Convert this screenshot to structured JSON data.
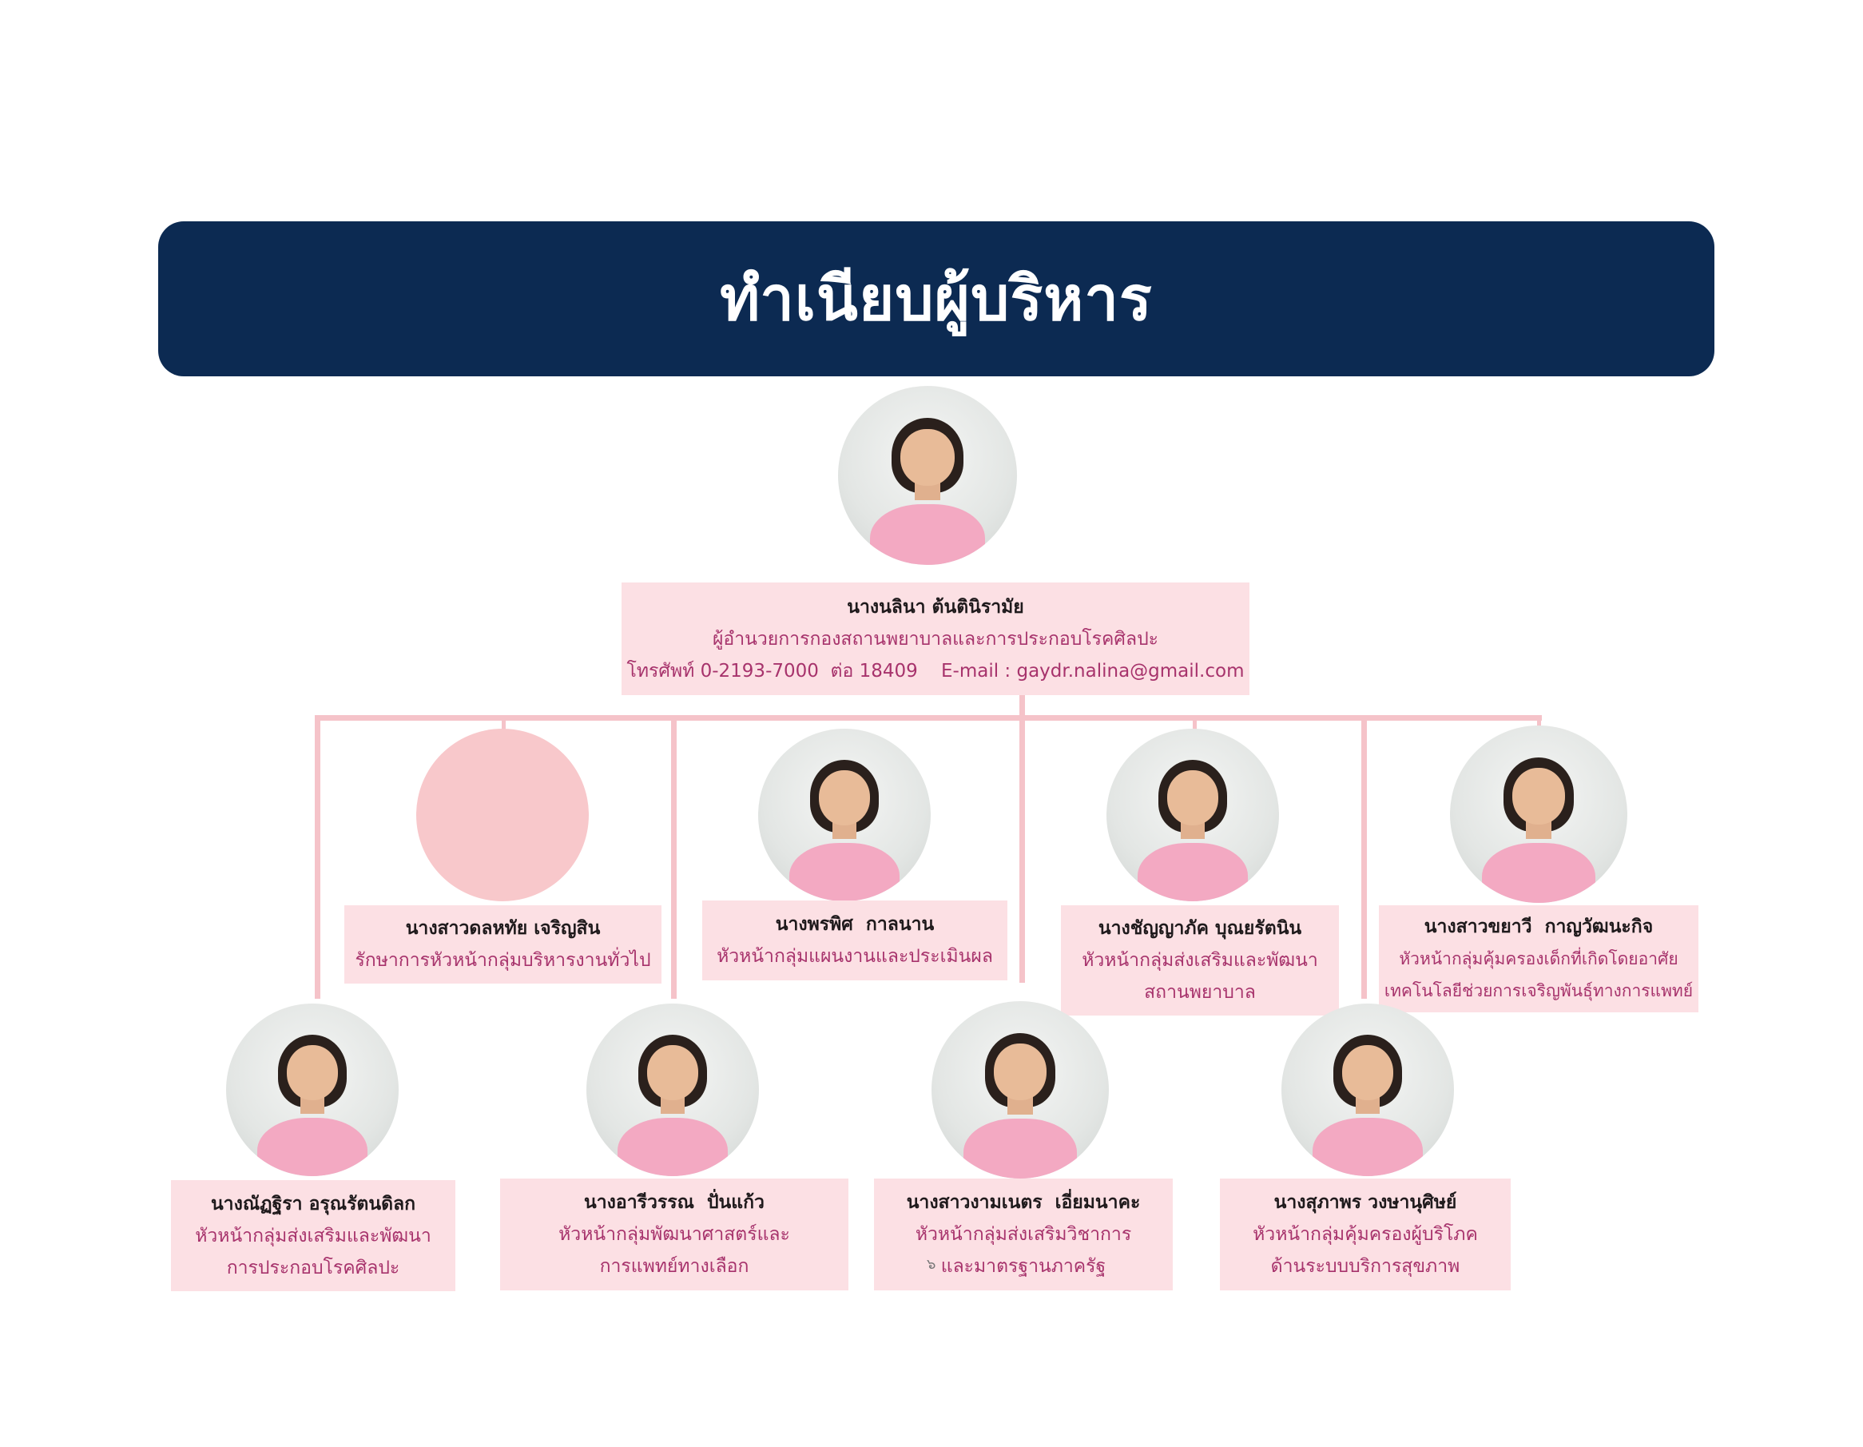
{
  "title": "ทำเนียบผู้บริหาร",
  "director": {
    "name": "นางนลินา ต้นตินิรามัย",
    "role": "ผู้อำนวยการกองสถานพยาบาลและการประกอบโรคศิลปะ",
    "contact": "โทรศัพท์ 0-2193-7000  ต่อ 18409    E-mail : gaydr.nalina@gmail.com"
  },
  "row2": [
    {
      "name": "นางสาวดลหทัย เจริญสิน",
      "role_lines": [
        "รักษาการหัวหน้ากลุ่มบริหารงานทั่วไป"
      ],
      "photo": "placeholder"
    },
    {
      "name": "นางพรพิศ  กาลนาน",
      "role_lines": [
        "หัวหน้ากลุ่มแผนงานและประเมินผล"
      ],
      "photo": "portrait"
    },
    {
      "name": "นางชัญญาภัค บุณยรัตนิน",
      "role_lines": [
        "หัวหน้ากลุ่มส่งเสริมและพัฒนา",
        "สถานพยาบาล"
      ],
      "photo": "portrait"
    },
    {
      "name": "นางสาวขยาวี  กาญวัฒนะกิจ",
      "role_lines": [
        "หัวหน้ากลุ่มคุ้มครองเด็กที่เกิดโดยอาศัย",
        "เทคโนโลยีช่วยการเจริญพันธุ์ทางการแพทย์"
      ],
      "photo": "portrait"
    }
  ],
  "row3": [
    {
      "name": "นางณัฏฐิรา อรุณรัตนดิลก",
      "role_lines": [
        "หัวหน้ากลุ่มส่งเสริมและพัฒนา",
        "การประกอบโรคศิลปะ"
      ]
    },
    {
      "name": "นางอารีวรรณ  ปั่นแก้ว",
      "role_lines": [
        "หัวหน้ากลุ่มพัฒนาศาสตร์และ",
        "การแพทย์ทางเลือก"
      ]
    },
    {
      "name": "นางสาวงามเนตร  เอี่ยมนาคะ",
      "role_lines": [
        "หัวหน้ากลุ่มส่งเสริมวิชาการ",
        "และมาตรฐานภาครัฐ"
      ]
    },
    {
      "name": "นางสุภาพร วงษานุศิษย์",
      "role_lines": [
        "หัวหน้ากลุ่มคุ้มครองผู้บริโภค",
        "ด้านระบบบริการสุขภาพ"
      ]
    }
  ],
  "stray_mark": "๖",
  "colors": {
    "title_bg": "#0c2a52",
    "box_bg": "#fce0e4",
    "connector": "#f5c3c9",
    "role_text": "#a7336c"
  }
}
